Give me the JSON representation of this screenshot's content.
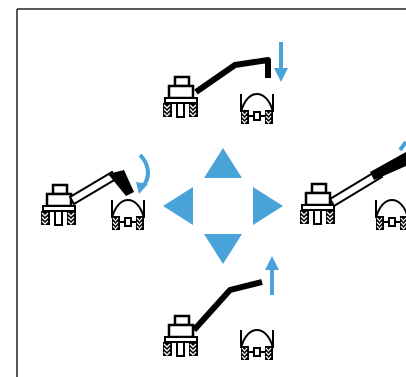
{
  "colors": {
    "arrow": "#4aa3d8",
    "arm": "#000000",
    "outline": "#000000",
    "background": "#ffffff"
  },
  "panels": [
    {
      "id": "top",
      "motion": "arm-down-icon"
    },
    {
      "id": "left",
      "motion": "arm-tilt-down-icon"
    },
    {
      "id": "right",
      "motion": "arm-tilt-up-icon"
    },
    {
      "id": "bottom",
      "motion": "arm-up-icon"
    }
  ],
  "direction_pad": [
    "up-arrow-icon",
    "left-arrow-icon",
    "right-arrow-icon",
    "down-arrow-icon"
  ]
}
